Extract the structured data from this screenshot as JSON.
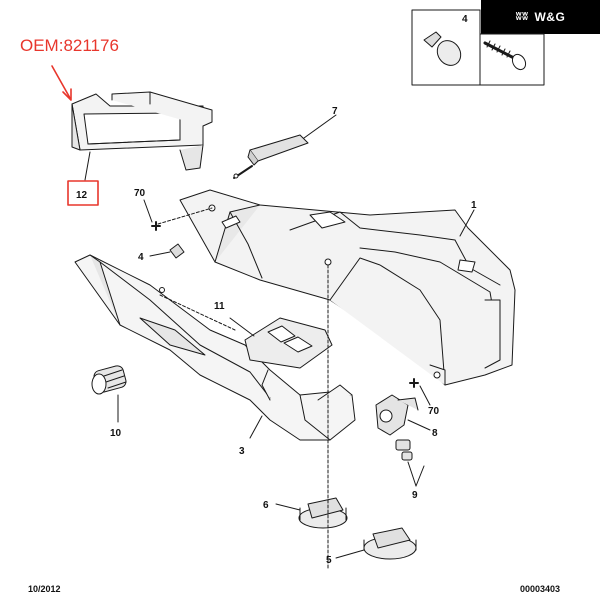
{
  "brand": {
    "text": "W&G",
    "mark": "ʬʬ"
  },
  "oem_label": "OEM:821176",
  "inset_number": "4",
  "part_numbers": [
    "1",
    "3",
    "4",
    "5",
    "6",
    "7",
    "8",
    "9",
    "10",
    "11",
    "12",
    "70",
    "70"
  ],
  "footer": {
    "date": "10/2012",
    "code": "00003403"
  },
  "colors": {
    "accent": "#e8362c",
    "line": "#1a1a1a",
    "part_fill": "#f3f3f3",
    "shade": "#d9d9d9"
  }
}
